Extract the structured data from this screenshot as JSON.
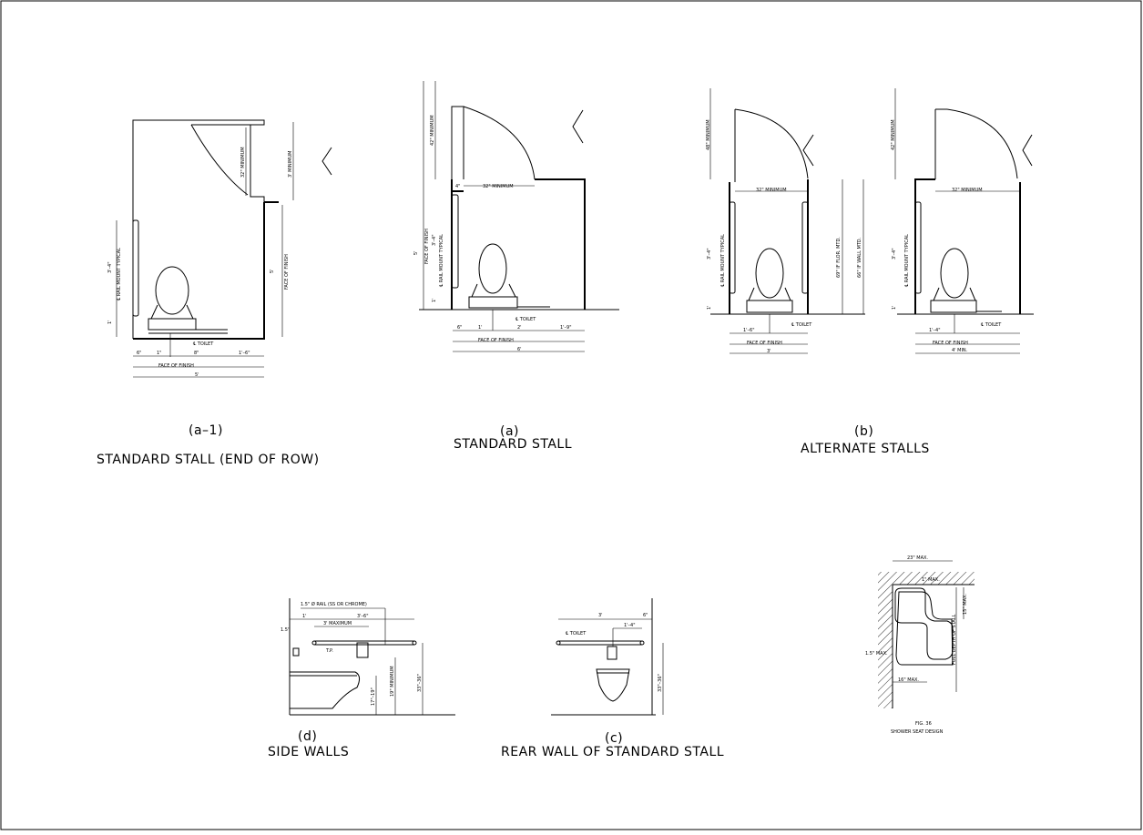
{
  "captions": {
    "a1_id": "(a–1)",
    "a1_title": "STANDARD STALL (END OF ROW)",
    "a_id": "(a)",
    "a_title": "STANDARD STALL",
    "b_id": "(b)",
    "b_title": "ALTERNATE STALLS",
    "d_id": "(d)",
    "d_title": "SIDE WALLS",
    "c_id": "(c)",
    "c_title": "REAR WALL OF STANDARD STALL",
    "fig_id": "FIG. 36",
    "fig_title": "SHOWER SEAT DESIGN"
  },
  "a1": {
    "door_min": "32\" MINIMUM",
    "door_depth": "3' MINIMUM",
    "rail_mount": "℄ RAIL MOUNT TYPICAL",
    "rail_h": "3'–4\"",
    "rail_low": "1'",
    "finish_side": "FACE OF FINISH",
    "depth": "5'",
    "d1": "6\"",
    "d2": "1\"",
    "d3": "8\"",
    "d4": "1'–6\"",
    "toilet": "℄ TOILET",
    "finish": "FACE OF FINISH",
    "width": "5'"
  },
  "a": {
    "min42": "42\" MINIMUM",
    "door_min": "32\" MINIMUM",
    "d4": "4\"",
    "finish_side": "FACE OF FINISH",
    "rail_h": "3'–4\"",
    "rail_mount": "℄ RAIL MOUNT TYPICAL",
    "depth": "5'",
    "rail_low": "1'",
    "d1": "6\"",
    "d2": "1'",
    "d3": "2'",
    "d5": "1'–9\"",
    "toilet": "℄ TOILET",
    "finish": "FACE OF FINISH",
    "width": "6'"
  },
  "b1": {
    "min48": "48\" MINIMUM",
    "door_min": "32\" MINIMUM",
    "rail_h": "3'–4\"",
    "rail_mount": "℄ RAIL MOUNT TYPICAL",
    "rail_low": "1'",
    "floor_mtd": "69\" IF FLOR. MTD.",
    "wall_mtd": "66\" IF WALL MTD.",
    "d1": "1'–6\"",
    "toilet": "℄ TOILET",
    "finish": "FACE OF FINISH",
    "width": "3'"
  },
  "b2": {
    "min42": "42\" MINIMUM",
    "door_min": "32\" MINIMUM",
    "rail_h": "3'–4\"",
    "rail_mount": "℄ RAIL MOUNT TYPICAL",
    "rail_low": "1'",
    "d1": "1'–4\"",
    "toilet": "℄ TOILET",
    "finish": "FACE OF FINISH",
    "width": "4' MIN."
  },
  "d": {
    "rail_note": "1.5\" Ø RAIL (SS OR CHROME)",
    "d1": "1'",
    "d2": "3'–6\"",
    "max": "3' MAXIMUM",
    "d3": "1.5\"",
    "tp": "T.P.",
    "seat": "17\"–19\"",
    "min19": "19\" MINIMUM",
    "rail_hgt": "33\"–36\""
  },
  "c": {
    "d1": "3'",
    "d2": "6\"",
    "d3": "1'–4\"",
    "toilet": "℄ TOILET",
    "rail_hgt": "33\"–36\""
  },
  "seat": {
    "top": "23\" MAX.",
    "gap": "1\" MAX.",
    "side": "15\" MAX.",
    "full": "FULL DEPTH OF STALL",
    "gap2": "1.5\" MAX.",
    "bottom": "16\" MAX."
  }
}
